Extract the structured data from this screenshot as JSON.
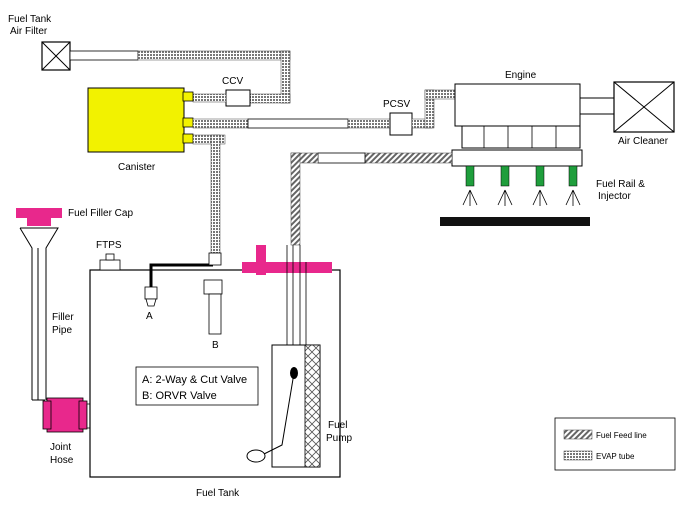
{
  "labels": {
    "fuel_tank_air_filter_line1": "Fuel Tank",
    "fuel_tank_air_filter_line2": "Air Filter",
    "ccv": "CCV",
    "canister": "Canister",
    "pcsv": "PCSV",
    "engine": "Engine",
    "air_cleaner": "Air Cleaner",
    "fuel_rail_line1": "Fuel Rail &",
    "fuel_rail_line2": "Injector",
    "fuel_filler_cap": "Fuel Filler Cap",
    "ftps": "FTPS",
    "filler_pipe_line1": "Filler",
    "filler_pipe_line2": "Pipe",
    "valve_a": "A",
    "valve_b": "B",
    "joint_hose_line1": "Joint",
    "joint_hose_line2": "Hose",
    "fuel_tank": "Fuel Tank",
    "fuel_pump_line1": "Fuel",
    "fuel_pump_line2": "Pump"
  },
  "valve_legend": {
    "a": "A: 2-Way & Cut Valve",
    "b": "B: ORVR Valve"
  },
  "line_legend": {
    "fuel_feed_line": "Fuel Feed line",
    "evap_tube": "EVAP tube"
  },
  "colors": {
    "canister": "#f2f200",
    "filler_cap": "#e8288c",
    "injector": "#1f9e3c",
    "rail_base": "#111111"
  }
}
